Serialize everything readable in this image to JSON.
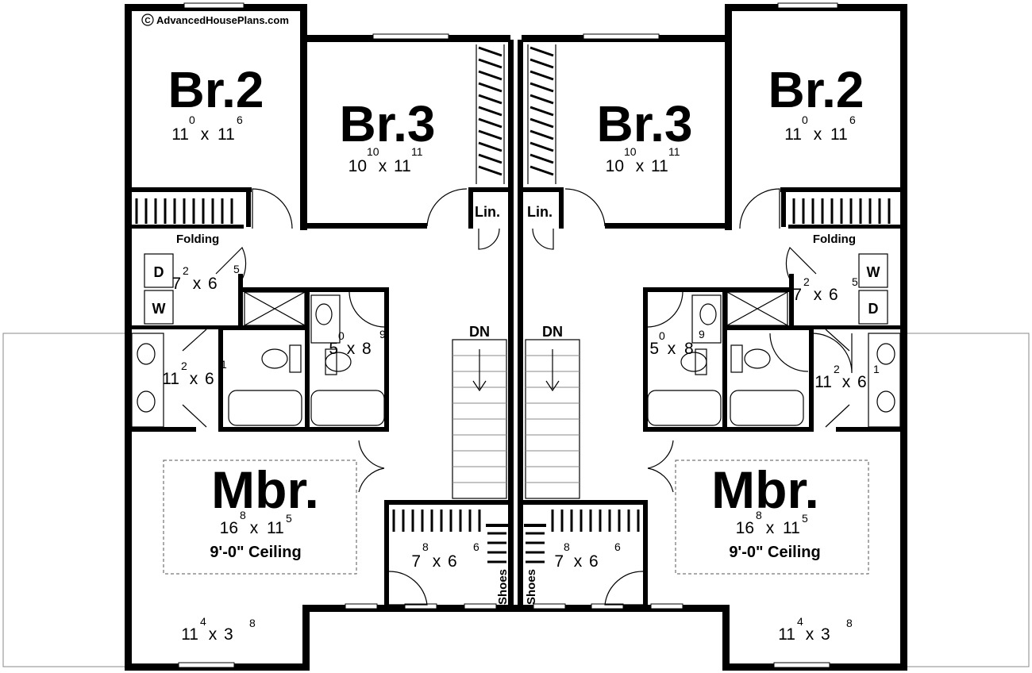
{
  "watermark": {
    "symbol": "C",
    "text": "AdvancedHousePlans.com"
  },
  "rooms": {
    "left_br2": {
      "name": "Br.2",
      "w": "11",
      "w_sup": "0",
      "h": "11",
      "h_sup": "6"
    },
    "left_br3": {
      "name": "Br.3",
      "w": "10",
      "w_sup": "10",
      "h": "11",
      "h_sup": "11"
    },
    "right_br3": {
      "name": "Br.3",
      "w": "10",
      "w_sup": "10",
      "h": "11",
      "h_sup": "11"
    },
    "right_br2": {
      "name": "Br.2",
      "w": "11",
      "w_sup": "0",
      "h": "11",
      "h_sup": "6"
    },
    "left_mbr": {
      "name": "Mbr.",
      "w": "16",
      "w_sup": "8",
      "h": "11",
      "h_sup": "5",
      "ceiling": "9'-0\" Ceiling"
    },
    "right_mbr": {
      "name": "Mbr.",
      "w": "16",
      "w_sup": "8",
      "h": "11",
      "h_sup": "5",
      "ceiling": "9'-0\" Ceiling"
    }
  },
  "spaces": {
    "left_laundry": {
      "w": "7",
      "w_sup": "2",
      "h": "6",
      "h_sup": "5"
    },
    "right_laundry": {
      "w": "7",
      "w_sup": "2",
      "h": "6",
      "h_sup": "5"
    },
    "left_bath": {
      "w": "5",
      "w_sup": "0",
      "h": "8",
      "h_sup": "9"
    },
    "right_bath": {
      "w": "5",
      "w_sup": "0",
      "h": "8",
      "h_sup": "9"
    },
    "left_mbath": {
      "w": "11",
      "w_sup": "2",
      "h": "6",
      "h_sup": "1"
    },
    "right_mbath": {
      "w": "11",
      "w_sup": "2",
      "h": "6",
      "h_sup": "1"
    },
    "left_wic": {
      "w": "7",
      "w_sup": "8",
      "h": "6",
      "h_sup": "6"
    },
    "right_wic": {
      "w": "7",
      "w_sup": "8",
      "h": "6",
      "h_sup": "6"
    },
    "left_balc": {
      "w": "11",
      "w_sup": "4",
      "h": "3",
      "h_sup": "8"
    },
    "right_balc": {
      "w": "11",
      "w_sup": "4",
      "h": "3",
      "h_sup": "8"
    }
  },
  "labels": {
    "linen": "Lin.",
    "folding": "Folding",
    "dryer": "D",
    "washer": "W",
    "stairs_down": "DN",
    "shoes": "Shoes",
    "times": "x"
  }
}
